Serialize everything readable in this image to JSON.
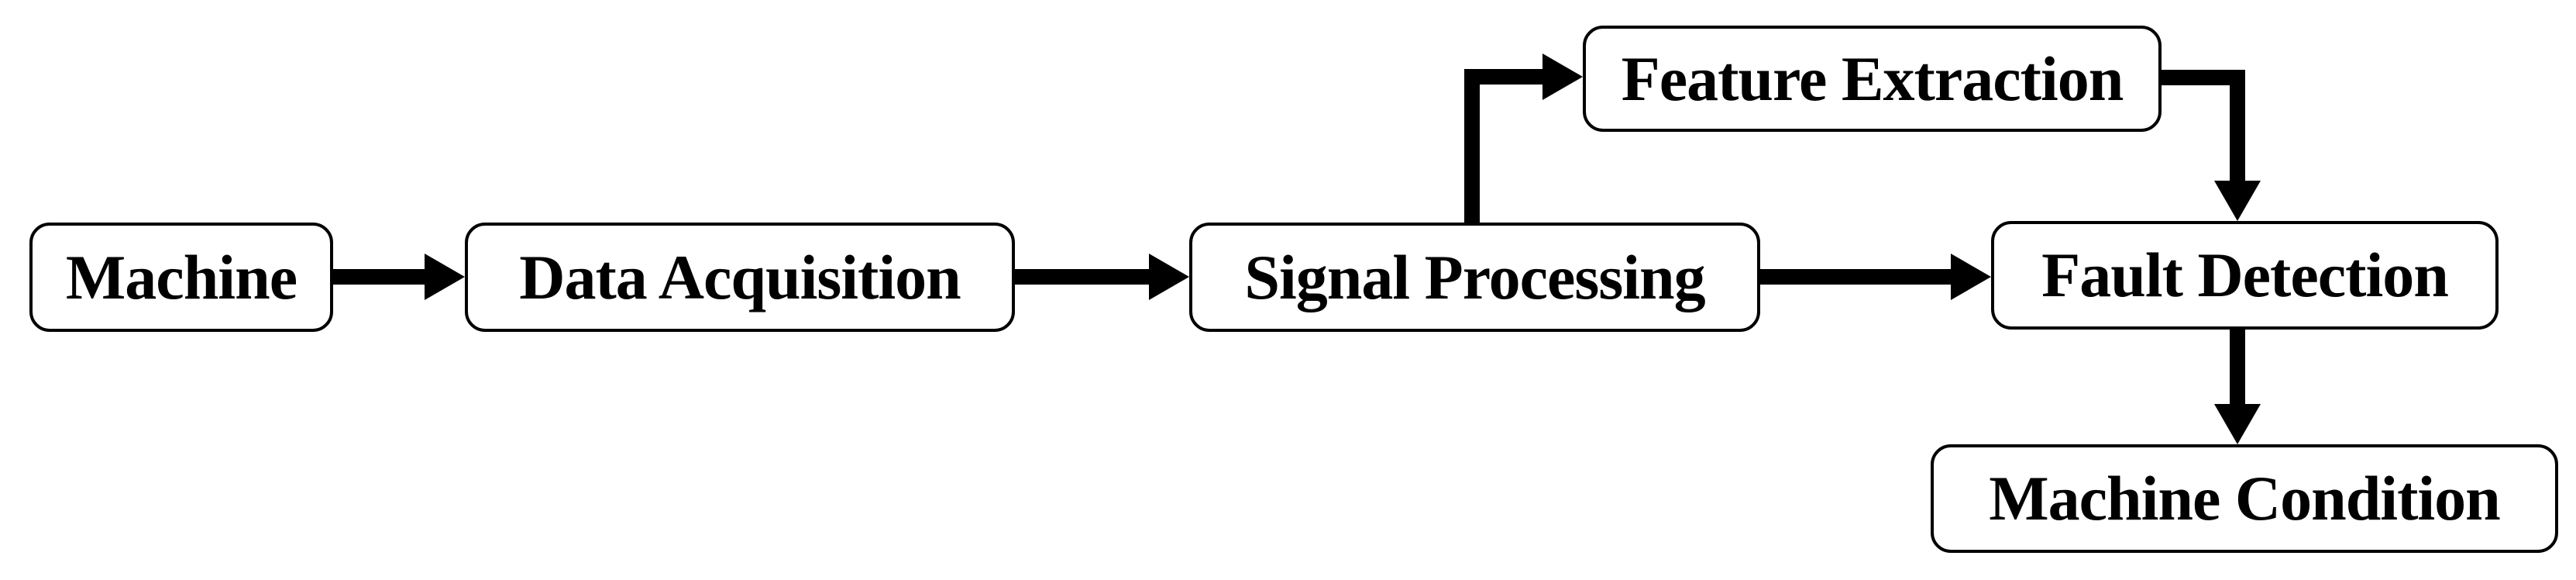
{
  "diagram_type": "flowchart",
  "colors": {
    "background": "#ffffff",
    "node_fill": "#ffffff",
    "node_border": "#000000",
    "text": "#000000",
    "arrow": "#000000"
  },
  "nodes": [
    {
      "id": "machine",
      "label": "Machine"
    },
    {
      "id": "data-acquisition",
      "label": "Data Acquisition"
    },
    {
      "id": "signal-processing",
      "label": "Signal Processing"
    },
    {
      "id": "feature-extraction",
      "label": "Feature Extraction"
    },
    {
      "id": "fault-detection",
      "label": "Fault Detection"
    },
    {
      "id": "machine-condition",
      "label": "Machine Condition"
    }
  ],
  "edges": [
    {
      "from": "machine",
      "to": "data-acquisition"
    },
    {
      "from": "data-acquisition",
      "to": "signal-processing"
    },
    {
      "from": "signal-processing",
      "to": "fault-detection"
    },
    {
      "from": "signal-processing",
      "to": "feature-extraction"
    },
    {
      "from": "feature-extraction",
      "to": "fault-detection"
    },
    {
      "from": "fault-detection",
      "to": "machine-condition"
    }
  ]
}
